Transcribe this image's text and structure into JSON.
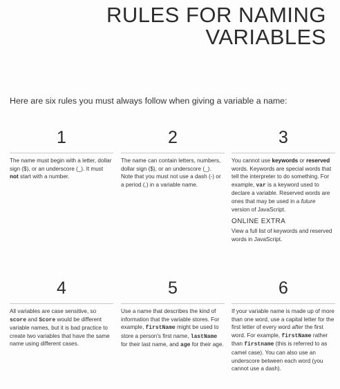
{
  "title": {
    "line1": "RULES FOR NAMING",
    "line2": "VARIABLES"
  },
  "intro": "Here are six rules you must always follow when giving a variable a name:",
  "rules": [
    {
      "number": "1",
      "parts": [
        {
          "t": "The name must begin with a letter, dollar sign ($), or an underscore (_). It must "
        },
        {
          "t": "not",
          "s": "b"
        },
        {
          "t": " start with a number."
        }
      ]
    },
    {
      "number": "2",
      "parts": [
        {
          "t": "The name can contain letters, numbers, dollar sign ($), or an underscore (_). Note that you must not use a dash (-) or a period (.) in a variable name."
        }
      ]
    },
    {
      "number": "3",
      "parts": [
        {
          "t": "You cannot use "
        },
        {
          "t": "keywords",
          "s": "b"
        },
        {
          "t": " or "
        },
        {
          "t": "reserved",
          "s": "b"
        },
        {
          "t": " words. Keywords are special words that tell the interpreter to do something. For example, "
        },
        {
          "t": "var",
          "s": "code"
        },
        {
          "t": " is a keyword used to declare a variable. Reserved words are ones that may be used in a "
        },
        {
          "t": "future",
          "s": "i"
        },
        {
          "t": " version of JavaScript."
        }
      ],
      "extra_title": "ONLINE EXTRA",
      "extra_body": "View a full list of keywords and reserved words in JavaScript."
    },
    {
      "number": "4",
      "parts": [
        {
          "t": "All variables are case sensitive, so "
        },
        {
          "t": "score",
          "s": "code"
        },
        {
          "t": " and "
        },
        {
          "t": "Score",
          "s": "code"
        },
        {
          "t": " would be different variable names, but it is bad practice to create two variables that have the same name using different cases."
        }
      ]
    },
    {
      "number": "5",
      "parts": [
        {
          "t": "Use a name that describes the kind of information that the variable stores. For example, "
        },
        {
          "t": "firstName",
          "s": "code"
        },
        {
          "t": " might be used to store a person's first name, "
        },
        {
          "t": "lastName",
          "s": "code"
        },
        {
          "t": " for their last name, and "
        },
        {
          "t": "age",
          "s": "code"
        },
        {
          "t": " for their age."
        }
      ]
    },
    {
      "number": "6",
      "parts": [
        {
          "t": "If your variable name is made up of more than one word, use a capital letter for the first letter of every word "
        },
        {
          "t": "after",
          "s": "i"
        },
        {
          "t": " the first word. For example, "
        },
        {
          "t": "firstName",
          "s": "code"
        },
        {
          "t": " rather than "
        },
        {
          "t": "firstname",
          "s": "code"
        },
        {
          "t": " (this is referred to as camel case). You can also use an underscore between each word (you cannot use a dash)."
        }
      ]
    }
  ]
}
